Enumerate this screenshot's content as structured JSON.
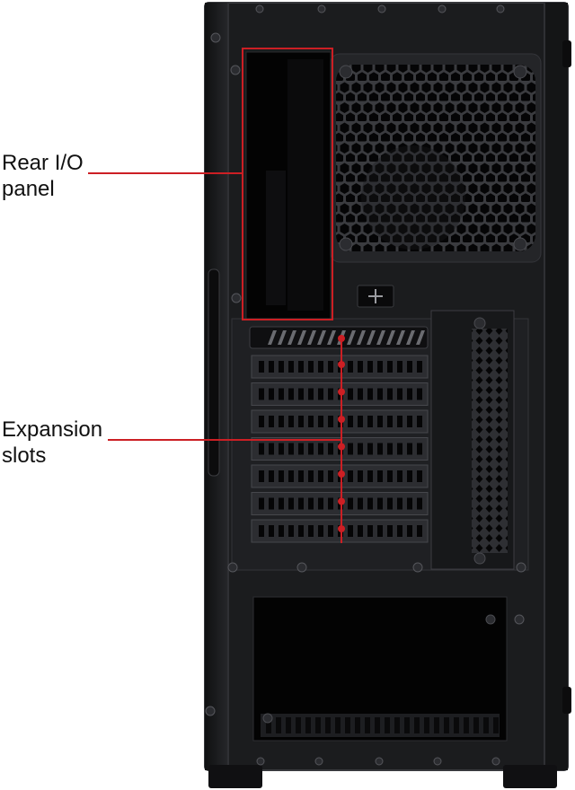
{
  "annotations": {
    "rear_io": {
      "text": "Rear I/O\npanel",
      "color": "#cc1f24"
    },
    "expansion": {
      "text": "Expansion\nslots",
      "color": "#cc1f24"
    }
  },
  "expansion_slot_count": 7,
  "colors": {
    "case_body": "#1b1c1e",
    "case_edge": "#2c2d30",
    "mesh": "#0e0e10",
    "accent": "#cc1f24"
  }
}
